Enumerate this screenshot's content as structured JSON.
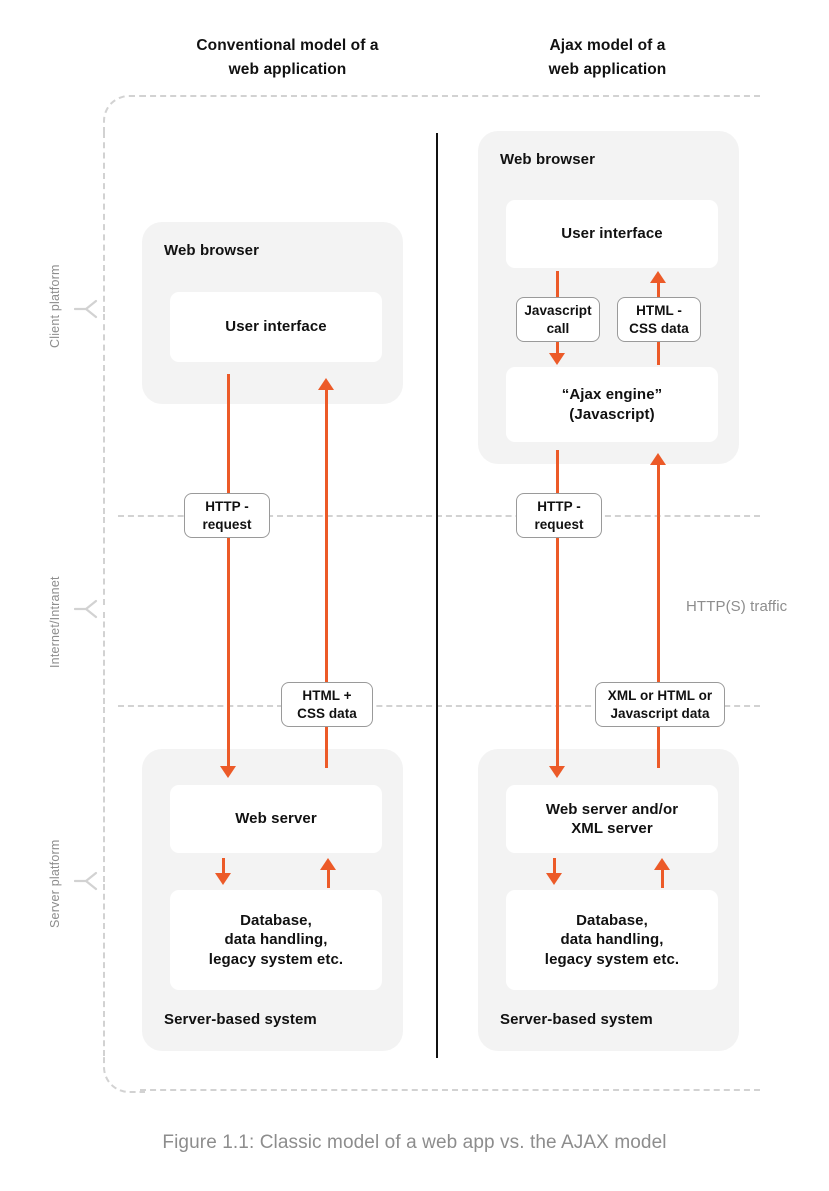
{
  "headings": {
    "left": "Conventional model of a\nweb application",
    "right": "Ajax model of a\nweb application"
  },
  "side_labels": {
    "client": "Client platform",
    "internet": "Internet/Intranet",
    "server": "Server platform"
  },
  "traffic_note": "HTTP(S) traffic",
  "caption": "Figure 1.1: Classic model of a web app vs. the AJAX model",
  "left_column": {
    "browser_title": "Web browser",
    "user_interface": "User interface",
    "http_request": "HTTP -\nrequest",
    "data_label": "HTML +\nCSS data",
    "web_server": "Web server",
    "database": "Database,\ndata handling,\nlegacy system etc.",
    "server_system": "Server-based system"
  },
  "right_column": {
    "browser_title": "Web browser",
    "user_interface": "User interface",
    "js_call": "Javascript\ncall",
    "html_css_data": "HTML -\nCSS data",
    "ajax_engine": "“Ajax engine”\n(Javascript)",
    "http_request": "HTTP -\nrequest",
    "data_label": "XML or HTML or\nJavascript data",
    "web_server": "Web server and/or\nXML server",
    "database": "Database,\ndata handling,\nlegacy system etc.",
    "server_system": "Server-based system"
  },
  "colors": {
    "arrow": "#ec5a28",
    "platform_bg": "#f3f3f3",
    "dashed": "#d2d2d2",
    "divider": "#111111",
    "muted_text": "#8d8d8d"
  }
}
